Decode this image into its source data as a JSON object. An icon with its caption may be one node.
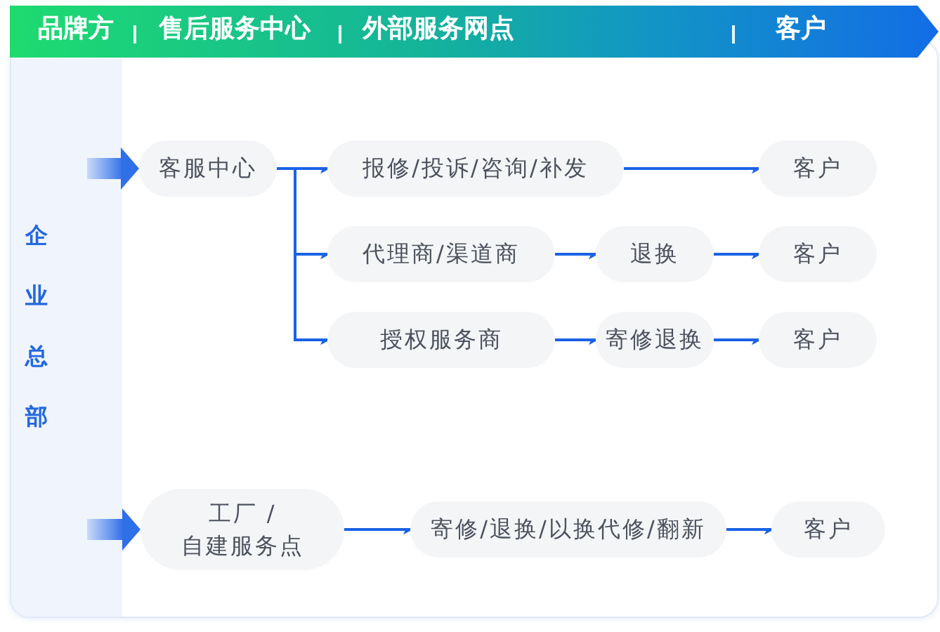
{
  "diagram": {
    "nodes": [
      {
        "text": [
          "品牌方",
          "售后服务中心",
          "外部服务网点",
          "客户"
        ]
      },
      {
        "text": [
          "企业总部"
        ]
      },
      {
        "text": [
          "客服中心"
        ]
      },
      {
        "text": [
          "报修/投诉/咨询/补发"
        ]
      },
      {
        "text": [
          "客户"
        ]
      },
      {
        "text": [
          "代理商/渠道商"
        ]
      },
      {
        "text": [
          "退换"
        ]
      },
      {
        "text": [
          "客户"
        ]
      },
      {
        "text": [
          "授权服务商"
        ]
      },
      {
        "text": [
          "寄修退换"
        ]
      },
      {
        "text": [
          "客户"
        ]
      },
      {
        "text": [
          "工厂 / 自建服务点"
        ]
      },
      {
        "text": [
          "寄修/退换/以换代修/翻新"
        ]
      },
      {
        "text": [
          "客户"
        ]
      }
    ],
    "edges": [
      {
        "from": 1,
        "to": 2,
        "arrow": "to",
        "style": "thick"
      },
      {
        "from": 2,
        "to": 3,
        "arrow": "to"
      },
      {
        "from": 2,
        "to": 5,
        "arrow": "to"
      },
      {
        "from": 2,
        "to": 8,
        "arrow": "to"
      },
      {
        "from": 3,
        "to": 4,
        "arrow": "to"
      },
      {
        "from": 5,
        "to": 6,
        "arrow": "to"
      },
      {
        "from": 6,
        "to": 7,
        "arrow": "to"
      },
      {
        "from": 8,
        "to": 9,
        "arrow": "to"
      },
      {
        "from": 9,
        "to": 10,
        "arrow": "to"
      },
      {
        "from": 1,
        "to": 11,
        "arrow": "to",
        "style": "thick"
      },
      {
        "from": 11,
        "to": 12,
        "arrow": "to"
      },
      {
        "from": 12,
        "to": 13,
        "arrow": "to"
      }
    ]
  }
}
